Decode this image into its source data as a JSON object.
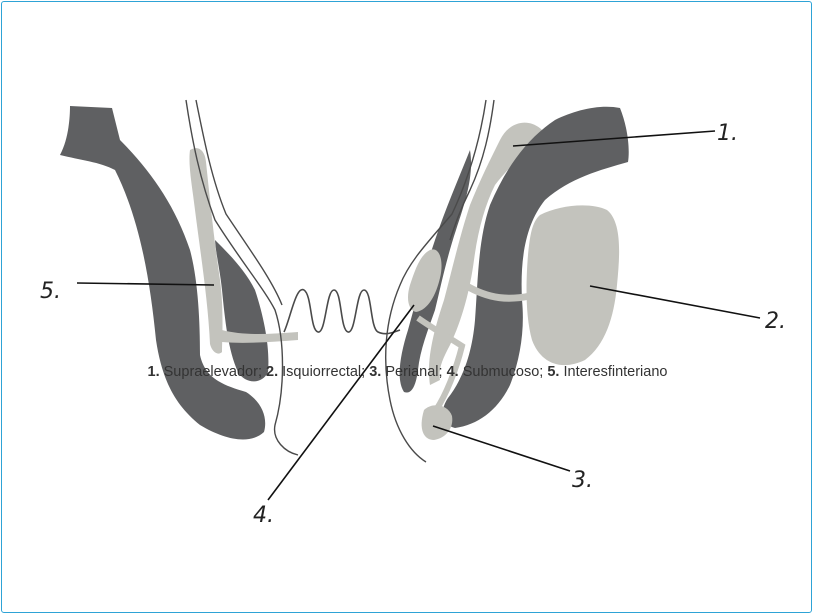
{
  "colors": {
    "frame": "#2ea3d6",
    "muscle": "#5f6062",
    "abscess": "#c3c3bd",
    "line": "#4a4a4a"
  },
  "diagram": {
    "labels": [
      {
        "id": "1",
        "text": "1."
      },
      {
        "id": "2",
        "text": "2."
      },
      {
        "id": "3",
        "text": "3."
      },
      {
        "id": "4",
        "text": "4."
      },
      {
        "id": "5",
        "text": "5."
      }
    ]
  },
  "caption": {
    "items": [
      {
        "num": "1.",
        "text": "Supraelevador"
      },
      {
        "num": "2.",
        "text": "Isquiorrectal"
      },
      {
        "num": "3.",
        "text": "Perianal"
      },
      {
        "num": "4.",
        "text": "Submucoso"
      },
      {
        "num": "5.",
        "text": "Interesfinteriano"
      }
    ],
    "separator": "; "
  }
}
